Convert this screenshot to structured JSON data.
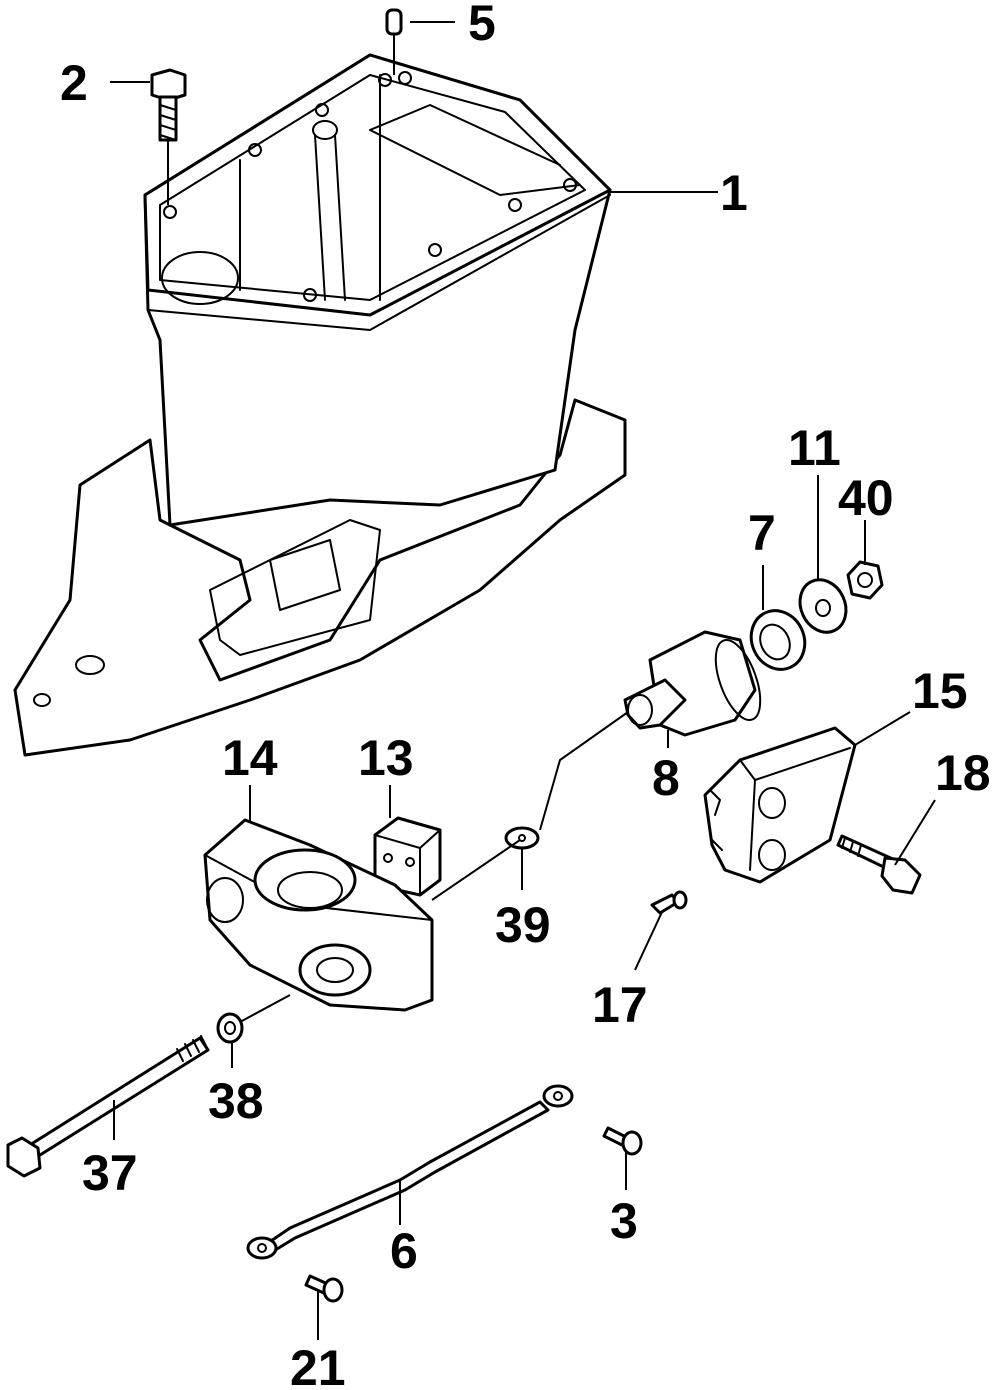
{
  "callouts": [
    {
      "id": "1",
      "label": "1"
    },
    {
      "id": "2",
      "label": "2"
    },
    {
      "id": "3",
      "label": "3"
    },
    {
      "id": "5",
      "label": "5"
    },
    {
      "id": "6",
      "label": "6"
    },
    {
      "id": "7",
      "label": "7"
    },
    {
      "id": "8",
      "label": "8"
    },
    {
      "id": "11",
      "label": "11"
    },
    {
      "id": "13",
      "label": "13"
    },
    {
      "id": "14",
      "label": "14"
    },
    {
      "id": "15",
      "label": "15"
    },
    {
      "id": "17",
      "label": "17"
    },
    {
      "id": "18",
      "label": "18"
    },
    {
      "id": "21",
      "label": "21"
    },
    {
      "id": "37",
      "label": "37"
    },
    {
      "id": "38",
      "label": "38"
    },
    {
      "id": "39",
      "label": "39"
    },
    {
      "id": "40",
      "label": "40"
    }
  ]
}
